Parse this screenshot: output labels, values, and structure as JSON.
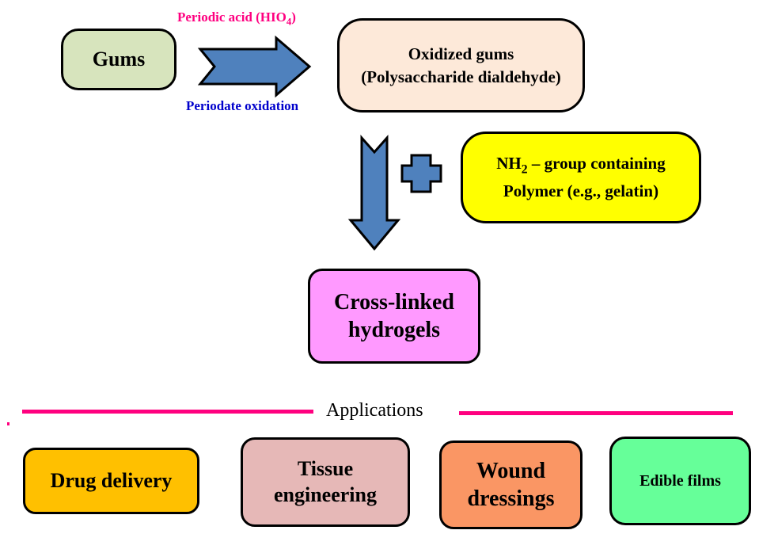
{
  "diagram": {
    "source_node": {
      "label": "Gums",
      "color": "#d7e4bd"
    },
    "step1_arrow": {
      "reagent_label": "Periodic acid (HIO",
      "reagent_subscript": "4",
      "reagent_suffix": ")",
      "reagent_color": "#ff0080",
      "process_label": "Periodate oxidation",
      "process_color": "#0000cc",
      "arrow_color": "#4f81bd"
    },
    "intermediate_node": {
      "line1": "Oxidized gums",
      "line2": "(Polysaccharide dialdehyde)",
      "color": "#fde9d9"
    },
    "reactant_node": {
      "line1_prefix": "NH",
      "line1_subscript": "2",
      "line1_suffix": " – group containing",
      "line2": "Polymer (e.g., gelatin)",
      "color": "#ffff00"
    },
    "plus_icon": {
      "color": "#4f81bd"
    },
    "product_node": {
      "line1": "Cross-linked",
      "line2": "hydrogels",
      "color": "#ff99ff"
    },
    "applications": {
      "title": "Applications",
      "divider_color": "#ff007f",
      "items": [
        {
          "line1": "Drug delivery",
          "line2": "",
          "color": "#ffc000"
        },
        {
          "line1": "Tissue",
          "line2": "engineering",
          "color": "#e6b8b7"
        },
        {
          "line1": "Wound",
          "line2": "dressings",
          "color": "#fa9664"
        },
        {
          "line1": "Edible films",
          "line2": "",
          "color": "#66ff99"
        }
      ]
    }
  }
}
